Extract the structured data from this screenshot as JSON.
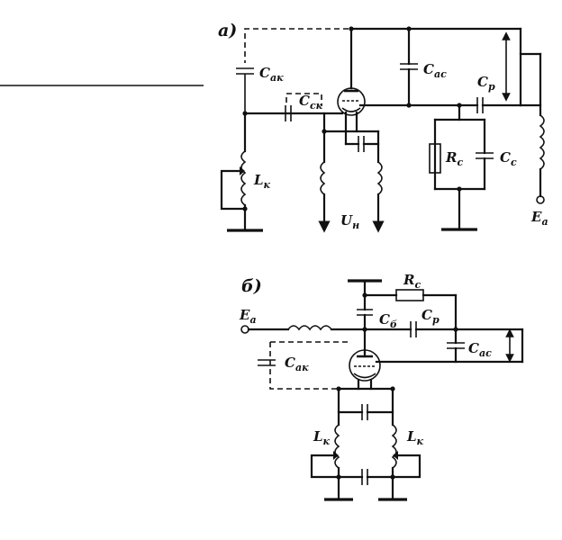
{
  "diagram_a": {
    "label": "а)",
    "components": {
      "c_ak": {
        "sym": "C",
        "sub": "ак"
      },
      "c_ck": {
        "sym": "C",
        "sub": "ск"
      },
      "c_ac": {
        "sym": "C",
        "sub": "ас"
      },
      "c_p": {
        "sym": "C",
        "sub": "р"
      },
      "r_c": {
        "sym": "R",
        "sub": "c"
      },
      "c_c": {
        "sym": "C",
        "sub": "c"
      },
      "l_k": {
        "sym": "L",
        "sub": "к"
      },
      "u_n": {
        "sym": "U",
        "sub": "н"
      },
      "e_a": {
        "sym": "E",
        "sub": "а"
      }
    }
  },
  "diagram_b": {
    "label": "б)",
    "components": {
      "r_c": {
        "sym": "R",
        "sub": "c"
      },
      "c_b": {
        "sym": "C",
        "sub": "б"
      },
      "c_p": {
        "sym": "C",
        "sub": "р"
      },
      "e_a": {
        "sym": "E",
        "sub": "а"
      },
      "c_ak": {
        "sym": "C",
        "sub": "ак"
      },
      "c_ac": {
        "sym": "C",
        "sub": "ас"
      },
      "l_k_left": {
        "sym": "L",
        "sub": "к"
      },
      "l_k_right": {
        "sym": "L",
        "sub": "к"
      }
    }
  }
}
